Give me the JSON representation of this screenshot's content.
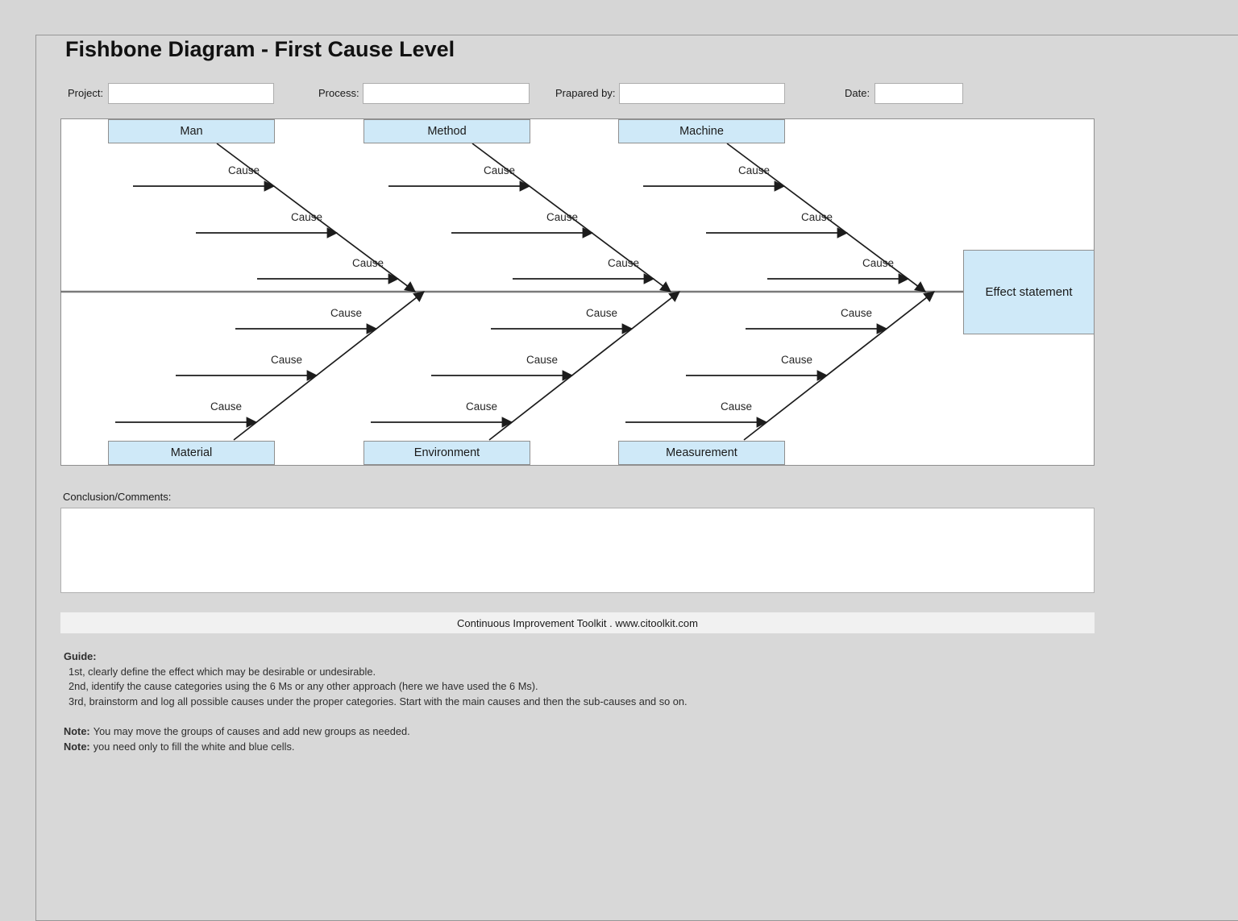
{
  "window": {
    "title": "Fishbone Diagram - First Cause Level"
  },
  "form": {
    "project": {
      "label": "Project:",
      "value": ""
    },
    "process": {
      "label": "Process:",
      "value": ""
    },
    "prepared_by": {
      "label": "Prapared by:",
      "value": ""
    },
    "date": {
      "label": "Date:",
      "value": ""
    }
  },
  "diagram": {
    "type": "fishbone",
    "cause_label": "Cause",
    "effect": {
      "label": "Effect statement"
    },
    "top_categories": [
      {
        "label": "Man"
      },
      {
        "label": "Method"
      },
      {
        "label": "Machine"
      }
    ],
    "bottom_categories": [
      {
        "label": "Material"
      },
      {
        "label": "Environment"
      },
      {
        "label": "Measurement"
      }
    ],
    "causes_per_category": 3,
    "colors": {
      "category_fill": "#cfe9f8",
      "bone_stroke": "#1c1c1c",
      "spine_stroke": "#7a7a7a",
      "canvas": "#ffffff"
    }
  },
  "conclusion": {
    "label": "Conclusion/Comments:",
    "value": ""
  },
  "banner": {
    "text": "Continuous Improvement Toolkit . www.citoolkit.com"
  },
  "guide": {
    "heading": "Guide:",
    "steps": [
      "1st, clearly define the effect which may be desirable or undesirable.",
      "2nd, identify the cause categories using the 6 Ms or any other approach (here we have used the 6 Ms).",
      "3rd, brainstorm and log all possible causes under the proper categories. Start with the main causes and then the sub-causes and so on."
    ],
    "notes": [
      {
        "prefix": "Note:",
        "text": "You may move the groups of causes and add new groups as needed."
      },
      {
        "prefix": "Note:",
        "text": "you need only to fill the white and blue cells."
      }
    ]
  }
}
